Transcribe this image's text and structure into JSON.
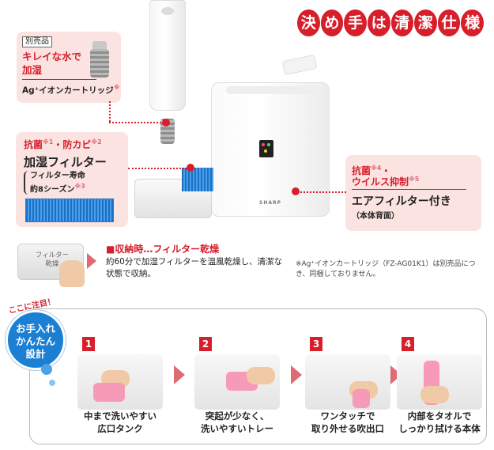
{
  "headline": [
    "決",
    "め",
    "手",
    "は",
    "清",
    "潔",
    "仕",
    "様"
  ],
  "cartridge_box": {
    "tag": "別売品",
    "line1": "キレイな水で",
    "line2": "加湿",
    "product": "Ag⁺イオンカートリッジ",
    "mark": "※"
  },
  "filter_box": {
    "feature_a": "抗菌",
    "note_a": "※1",
    "sep": "・",
    "feature_b": "防カビ",
    "note_b": "※2",
    "title": "加湿フィルター",
    "life_line1": "フィルター寿命",
    "life_line2": "約8シーズン",
    "note_c": "※3"
  },
  "air_box": {
    "feature_a": "抗菌",
    "note_a": "※4",
    "sep": "・",
    "feature_b": "ウイルス抑制",
    "note_b": "※5",
    "title": "エアフィルター付き",
    "sub": "（本体背面）"
  },
  "product": {
    "brand": "SHARP"
  },
  "storage": {
    "button_label": "フィルター乾燥",
    "heading": "■収納時…フィルター乾燥",
    "body": "約60分で加湿フィルターを温風乾燥し、清潔な状態で収納。"
  },
  "footnote": "※Ag⁺イオンカートリッジ（FZ-AG01K1）は別売品につき、同梱しておりません。",
  "maintenance": {
    "catch": "ここに注目！",
    "bubble": [
      "お手入れ",
      "かんたん",
      "設計"
    ],
    "steps": [
      {
        "num": "1",
        "line1": "中まで洗いやすい",
        "line2": "広口タンク"
      },
      {
        "num": "2",
        "line1": "突起が少なく、",
        "line2": "洗いやすいトレー"
      },
      {
        "num": "3",
        "line1": "ワンタッチで",
        "line2": "取り外せる吹出口"
      },
      {
        "num": "4",
        "line1": "内部をタオルで",
        "line2": "しっかり拭ける本体"
      }
    ]
  },
  "colors": {
    "accent_red": "#d71e2b",
    "pink_box": "#fbe3e1",
    "bubble_blue": "#1b7fd4"
  }
}
